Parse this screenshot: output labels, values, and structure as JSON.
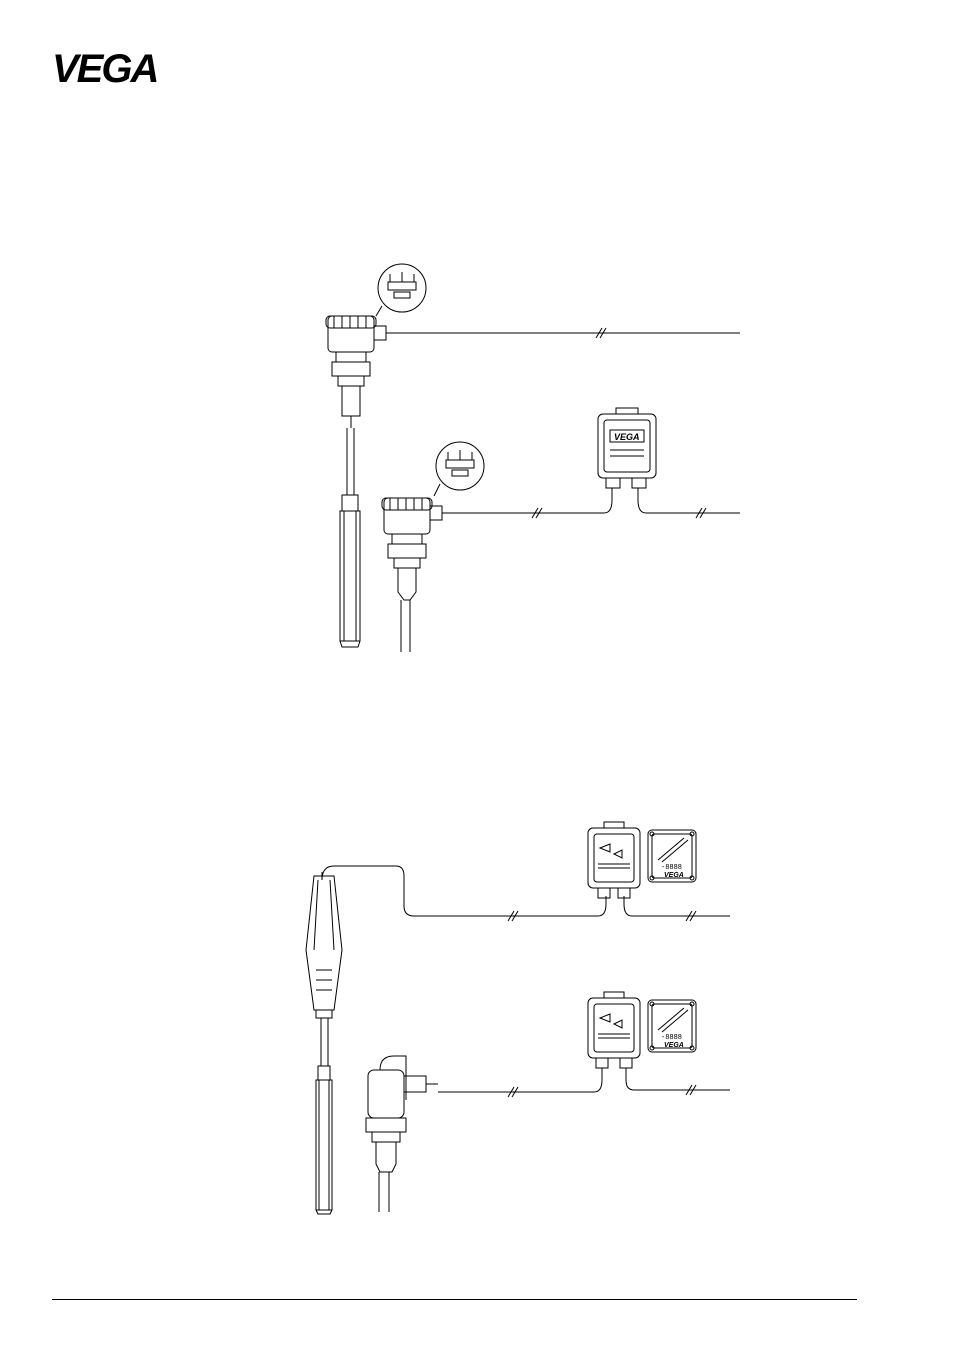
{
  "header": {
    "logo_text": "VEGA"
  },
  "devices": {
    "display_brand": "VEGA",
    "display_readout": "-8888"
  },
  "colors": {
    "ink": "#000000",
    "paper": "#ffffff"
  }
}
